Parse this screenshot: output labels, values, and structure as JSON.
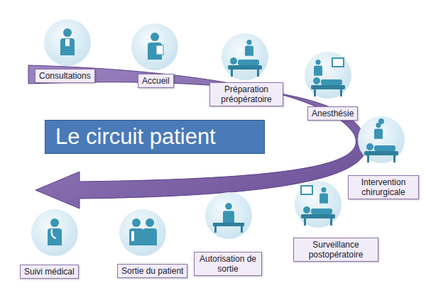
{
  "diagram": {
    "title": "Le circuit patient",
    "nodes": [
      {
        "text": [
          "Consultations"
        ]
      },
      {
        "text": [
          "Accueil"
        ]
      },
      {
        "text": [
          "Préparation préopératoire"
        ]
      },
      {
        "text": [
          "Anesthésie"
        ]
      },
      {
        "text": [
          "Intervention chirurgicale"
        ]
      },
      {
        "text": [
          "Surveillance postopératoire"
        ]
      },
      {
        "text": [
          "Autorisation de sortie"
        ]
      },
      {
        "text": [
          "Sortie du patient"
        ]
      },
      {
        "text": [
          "Suivi médical"
        ]
      }
    ]
  }
}
